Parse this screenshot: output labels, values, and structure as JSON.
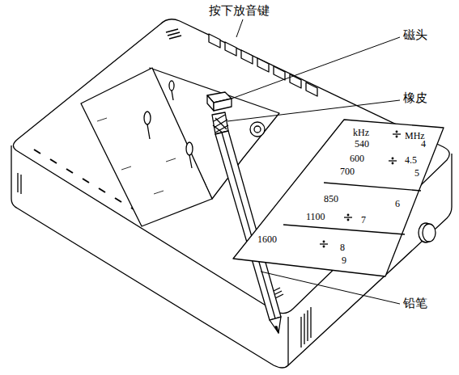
{
  "diagram": {
    "labels": [
      "按下放音键",
      "磁头",
      "橡皮",
      "kHz",
      "MHz",
      "540",
      "4",
      "600",
      "4.5",
      "700",
      "5",
      "850",
      "6",
      "1100",
      "7",
      "1600",
      "8",
      "9",
      "铅笔"
    ]
  }
}
